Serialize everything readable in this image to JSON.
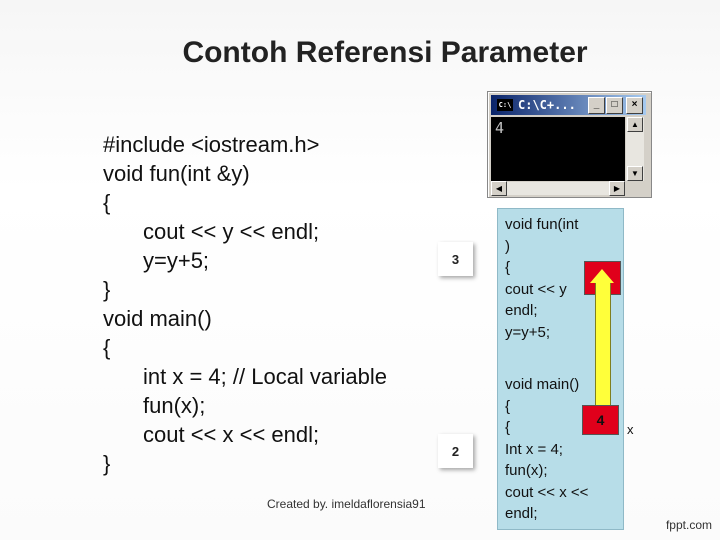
{
  "title": "Contoh Referensi Parameter",
  "code_lines": [
    {
      "text": "#include <iostream.h>",
      "indent": false
    },
    {
      "text": "void fun(int &y)",
      "indent": false
    },
    {
      "text": "{",
      "indent": false
    },
    {
      "text": "cout << y << endl;",
      "indent": true
    },
    {
      "text": "y=y+5;",
      "indent": true
    },
    {
      "text": "}",
      "indent": false
    },
    {
      "text": "void main()",
      "indent": false
    },
    {
      "text": "{",
      "indent": false
    },
    {
      "text": "int x = 4; // Local variable",
      "indent": true
    },
    {
      "text": "fun(x);",
      "indent": true
    },
    {
      "text": "cout << x << endl;",
      "indent": true
    },
    {
      "text": "}",
      "indent": false
    }
  ],
  "step_markers": [
    "3",
    "2"
  ],
  "credit": "Created by. imeldaflorensia91",
  "watermark": "fppt.com",
  "console": {
    "title": "C:\\C+...",
    "icon_label": "C:\\",
    "output": "4",
    "buttons": {
      "minimize": "_",
      "maximize": "□",
      "close": "×"
    }
  },
  "panel": {
    "fun_lines": [
      "void fun(int",
      ")",
      "{",
      "cout << y",
      "endl;",
      "y=y+5;"
    ],
    "main_lines": [
      "void main()",
      "{",
      "{",
      "Int x = 4;",
      "fun(x);",
      "cout << x <<",
      "endl;"
    ],
    "memory_value": "4",
    "memory_label": "x"
  },
  "colors": {
    "panel_bg": "#b7dde8",
    "memory_box": "#e0001b",
    "arrow": "#ffff3a"
  }
}
